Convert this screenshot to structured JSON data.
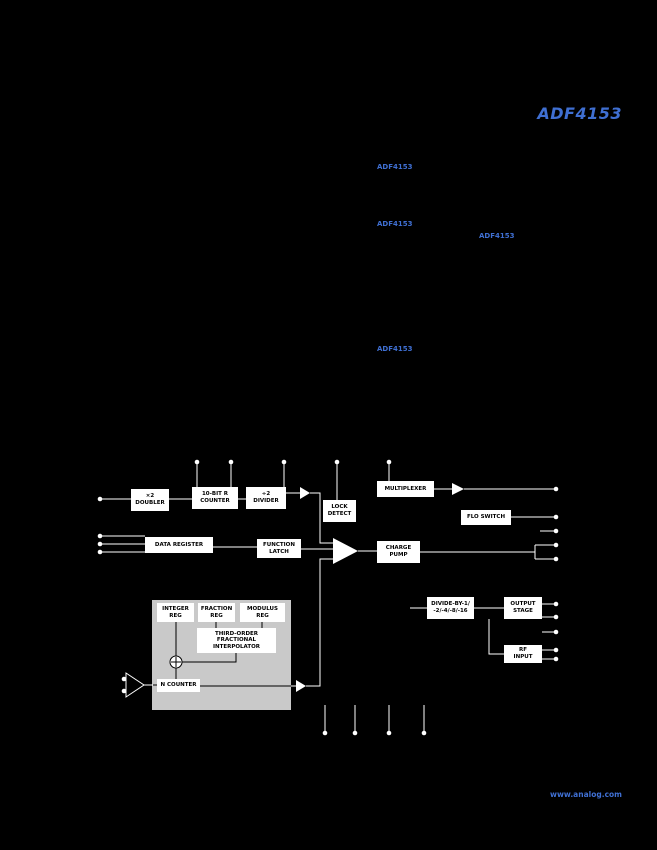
{
  "colors": {
    "page_bg": "#000000",
    "link_blue": "#3f6fd2",
    "block_bg": "#ffffff",
    "inner_region_gray": "#c9c9c9"
  },
  "header": {
    "part_number": "ADF4153"
  },
  "links": {
    "inline_1": "ADF4153",
    "inline_2": "ADF4153",
    "inline_3": "ADF4153",
    "inline_4": "ADF4153"
  },
  "footer": {
    "website": "www.analog.com"
  },
  "diagram": {
    "blocks": {
      "doubler": "×2\nDOUBLER",
      "r_counter": "10-BIT R\nCOUNTER",
      "divider": "÷2\nDIVIDER",
      "lock_detect": "LOCK\nDETECT",
      "multiplexer": "MULTIPLEXER",
      "flo_switch": "FLO SWITCH",
      "data_register": "DATA REGISTER",
      "function_latch": "FUNCTION\nLATCH",
      "charge_pump": "CHARGE\nPUMP",
      "integer_reg": "INTEGER\nREG",
      "fraction_reg": "FRACTION\nREG",
      "modulus_reg": "MODULUS\nREG",
      "interpolator": "THIRD-ORDER\nFRACTIONAL\nINTERPOLATOR",
      "n_counter": "N COUNTER",
      "divide_by": "DIVIDE-BY-1/\n-2/-4/-8/-16",
      "output_stage": "OUTPUT\nSTAGE",
      "rf_input": "RF\nINPUT"
    }
  }
}
